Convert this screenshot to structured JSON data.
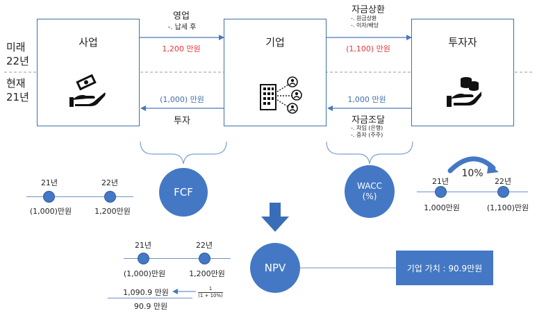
{
  "time_labels": {
    "future": [
      "미래",
      "22년"
    ],
    "present": [
      "현재",
      "21년"
    ]
  },
  "boxes": {
    "business": "사업",
    "company": "기업",
    "investor": "투자자"
  },
  "flows": {
    "operation": {
      "title": "영업",
      "note": "-. 납세 후",
      "amount": "1,200 만원"
    },
    "investment": {
      "amount": "(1,000) 만원",
      "title": "투자"
    },
    "repayment": {
      "title": "자금상환",
      "notes": [
        "-. 원금상환",
        "-. 이자/배당"
      ],
      "amount": "(1,100) 만원"
    },
    "funding": {
      "amount": "1,000 만원",
      "title": "자금조달",
      "notes": [
        "-. 차입 (은행)",
        "-. 증자 (주주)"
      ]
    }
  },
  "circles": {
    "fcf": "FCF",
    "wacc": [
      "WACC",
      "(%)"
    ],
    "npv": "NPV"
  },
  "fcf_timeline": {
    "points": [
      {
        "year": "21년",
        "value": "(1,000)만원"
      },
      {
        "year": "22년",
        "value": "1,200만원"
      }
    ]
  },
  "wacc_timeline": {
    "rate": "10%",
    "points": [
      {
        "year": "21년",
        "value": "1,000만원"
      },
      {
        "year": "22년",
        "value": "(1,100)만원"
      }
    ]
  },
  "npv_timeline": {
    "points": [
      {
        "year": "21년",
        "value": "(1,000)만원"
      },
      {
        "year": "22년",
        "value": "1,200만원"
      }
    ],
    "discounted": "1,090.9 만원",
    "total": "90.9 만원",
    "discount_factor": {
      "numerator": "1",
      "denominator": "(1 + 10%)"
    }
  },
  "result": {
    "label": "기업 가치 : 90.9만원"
  },
  "colors": {
    "accent": "#4478c4",
    "border": "#3e6ea8",
    "highlight": "#e8333a"
  }
}
